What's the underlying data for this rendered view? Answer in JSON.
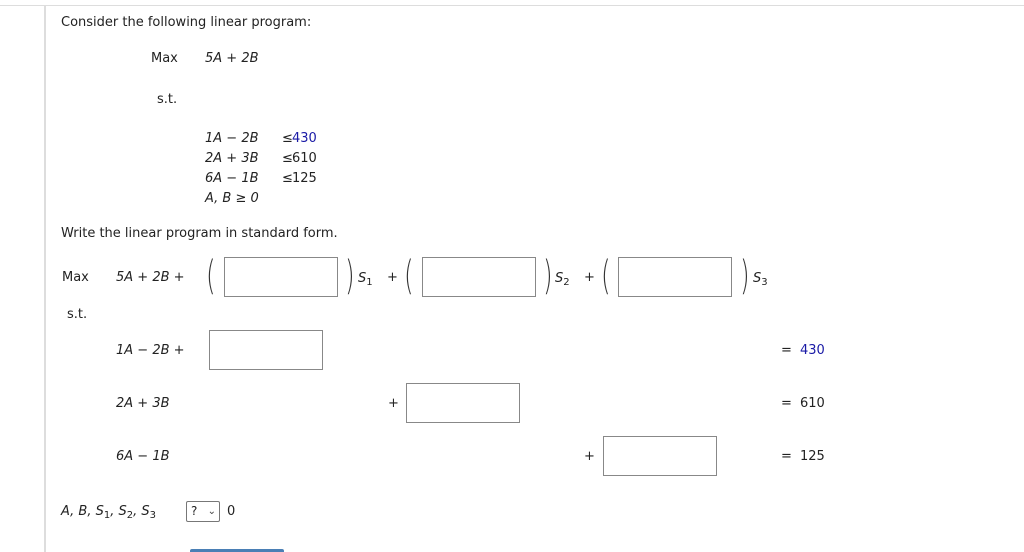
{
  "problem": {
    "intro": "Consider the following linear program:",
    "max_label": "Max",
    "objective": "5A + 2B",
    "st_label": "s.t.",
    "constraints": [
      {
        "lhs": "1A − 2B",
        "op": "≤",
        "rhs": "430"
      },
      {
        "lhs": "2A + 3B",
        "op": "≤",
        "rhs": "610"
      },
      {
        "lhs": "6A − 1B",
        "op": "≤",
        "rhs": "125"
      }
    ],
    "nonneg": "A, B ≥ 0",
    "instruction": "Write the linear program in standard form."
  },
  "standard_form": {
    "max_label": "Max",
    "objective_prefix": "5A + 2B +",
    "slack_vars": [
      "S",
      "S",
      "S"
    ],
    "slack_subs": [
      "1",
      "2",
      "3"
    ],
    "plus": "+",
    "st_label": "s.t.",
    "rows": [
      {
        "lhs": "1A − 2B +",
        "eq": "=",
        "rhs": "430",
        "value": ""
      },
      {
        "lhs": "2A + 3B",
        "eq": "=",
        "rhs": "610",
        "value": ""
      },
      {
        "lhs": "6A − 1B",
        "eq": "=",
        "rhs": "125",
        "value": ""
      }
    ],
    "objective_coefficients": [
      "",
      "",
      ""
    ],
    "nonneg_vars": "A, B, ",
    "nonneg_select": "?",
    "nonneg_rhs": "0"
  },
  "colors": {
    "accent": "#1a1aa6"
  }
}
